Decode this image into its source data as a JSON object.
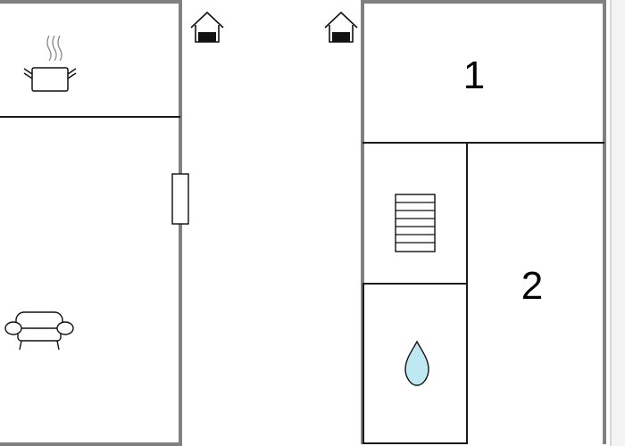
{
  "floorplan": {
    "rooms": [
      {
        "id": "kitchen",
        "icon": "cooking-pot-icon"
      },
      {
        "id": "living-room",
        "icon": "sofa-icon"
      },
      {
        "id": "bedroom-1",
        "label": "1"
      },
      {
        "id": "bedroom-2",
        "label": "2"
      },
      {
        "id": "stairs",
        "icon": "stairs-icon"
      },
      {
        "id": "bathroom",
        "icon": "water-drop-icon"
      }
    ],
    "entrances": [
      {
        "id": "entrance-left",
        "icon": "house-entrance-icon"
      },
      {
        "id": "entrance-right",
        "icon": "house-entrance-icon"
      }
    ],
    "colors": {
      "outer_wall": "#808080",
      "inner_wall": "#1a1a1a",
      "water": "#bfe9f2",
      "background": "#ffffff"
    }
  }
}
